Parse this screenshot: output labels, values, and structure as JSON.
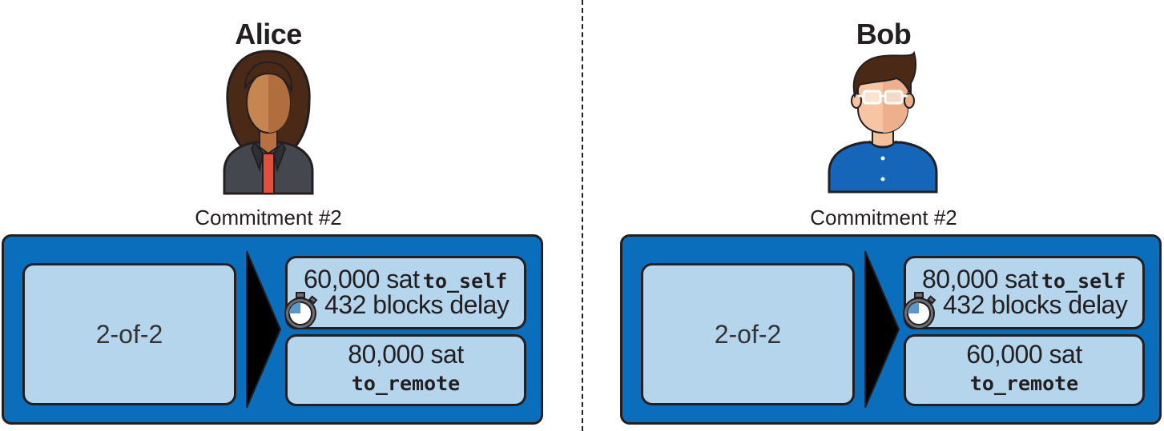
{
  "alice": {
    "name": "Alice",
    "commitment_label": "Commitment #2",
    "input_label": "2-of-2",
    "to_self": {
      "amount": "60,000 sat",
      "script": "to_self",
      "delay": "432 blocks delay"
    },
    "to_remote": {
      "amount": "80,000 sat",
      "script": "to_remote"
    }
  },
  "bob": {
    "name": "Bob",
    "commitment_label": "Commitment #2",
    "input_label": "2-of-2",
    "to_self": {
      "amount": "80,000 sat",
      "script": "to_self",
      "delay": "432 blocks delay"
    },
    "to_remote": {
      "amount": "60,000 sat",
      "script": "to_remote"
    }
  },
  "colors": {
    "transaction_fill": "#0a6ebd",
    "box_fill": "#b4d5ec",
    "outline": "#231f20"
  },
  "icons": {
    "alice_avatar": "woman-avatar-icon",
    "bob_avatar": "man-with-glasses-avatar-icon",
    "timelock": "stopwatch-icon",
    "flow": "arrow-right-icon"
  }
}
